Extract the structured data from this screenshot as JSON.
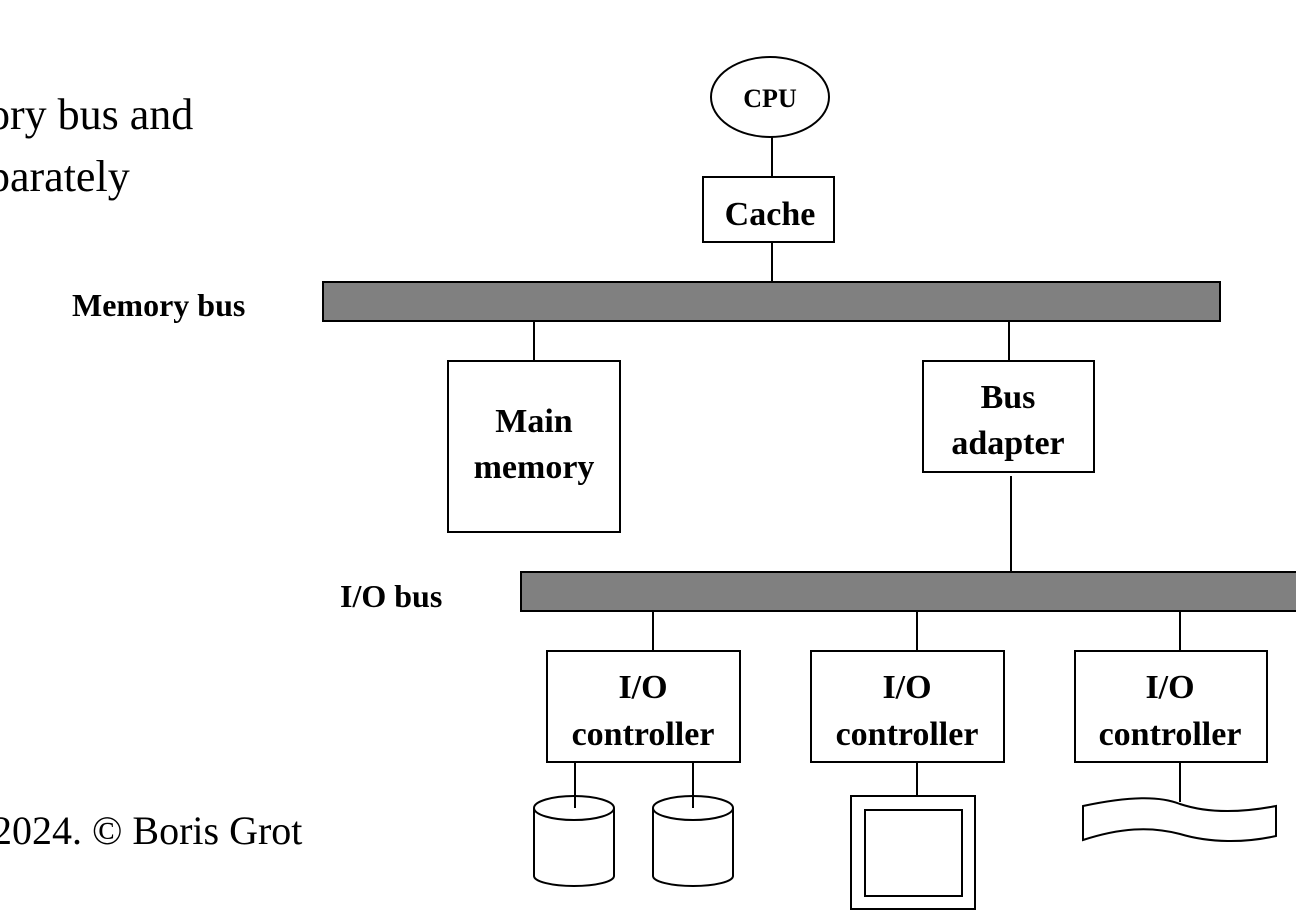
{
  "slide": {
    "bullet_lines": [
      "ory bus and",
      "parately"
    ],
    "footer": "2024. © Boris Grot"
  },
  "diagram": {
    "cpu": {
      "label": "CPU"
    },
    "cache": {
      "label": "Cache"
    },
    "memory_bus": {
      "label": "Memory bus",
      "fill": "#808080"
    },
    "main_memory": {
      "line1": "Main",
      "line2": "memory"
    },
    "bus_adapter": {
      "line1": "Bus",
      "line2": "adapter"
    },
    "io_bus": {
      "label": "I/O bus",
      "fill": "#808080"
    },
    "io_controllers": [
      {
        "line1": "I/O",
        "line2": "controller",
        "device": "disk-pair"
      },
      {
        "line1": "I/O",
        "line2": "controller",
        "device": "display"
      },
      {
        "line1": "I/O",
        "line2": "controller",
        "device": "network"
      }
    ]
  }
}
